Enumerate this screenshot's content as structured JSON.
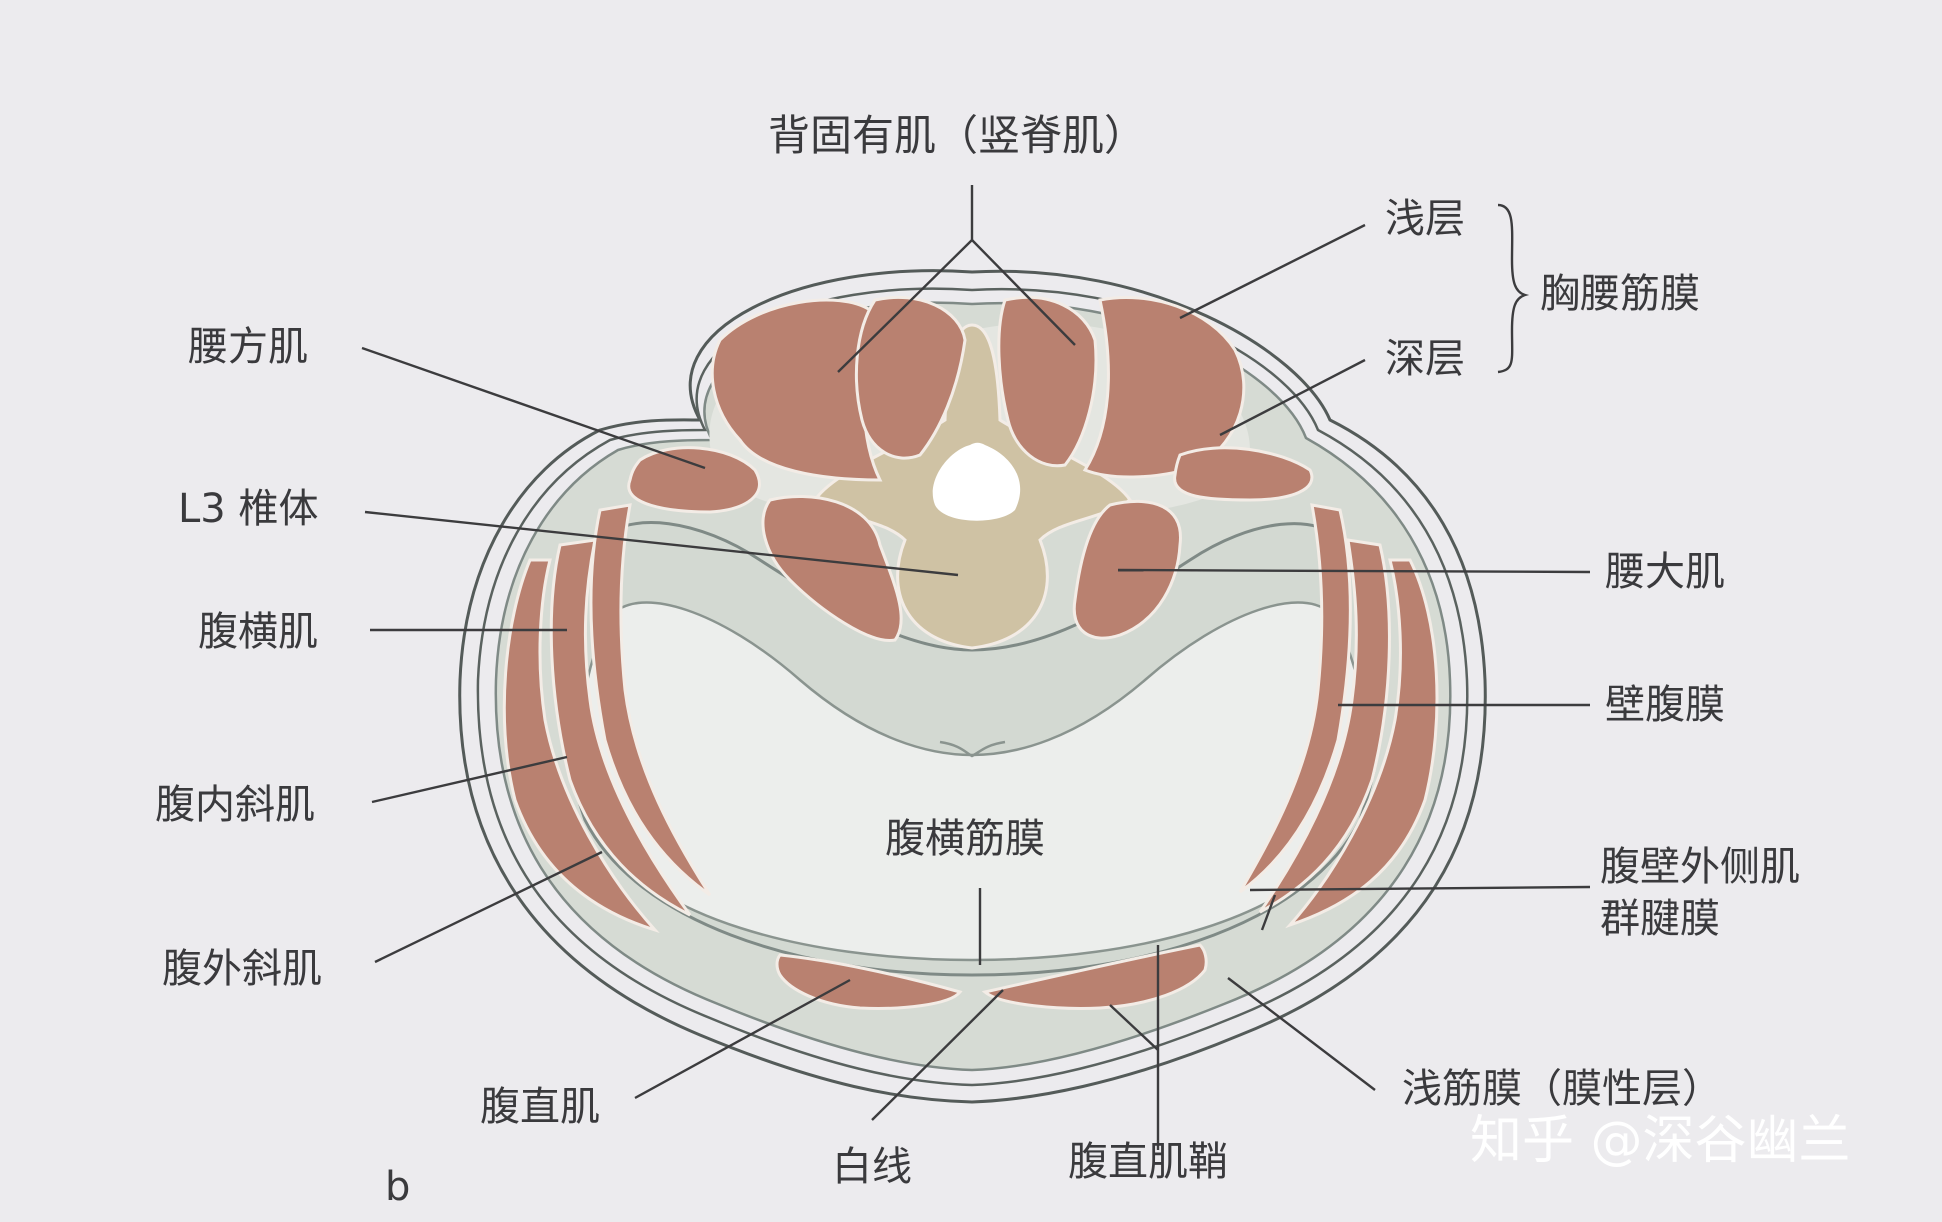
{
  "labels": {
    "erector": "背固有肌（竖脊肌）",
    "superficial_layer": "浅层",
    "deep_layer": "深层",
    "thoracolumbar_fascia": "胸腰筋膜",
    "quadratus": "腰方肌",
    "l3": "L3 椎体",
    "psoas": "腰大肌",
    "transversus": "腹横肌",
    "peritoneum": "壁腹膜",
    "internal_oblique": "腹内斜肌",
    "transversalis_fascia": "腹横筋膜",
    "lateral_aponeurosis_1": "腹壁外侧肌",
    "lateral_aponeurosis_2": "群腱膜",
    "external_oblique": "腹外斜肌",
    "superficial_fascia": "浅筋膜（膜性层）",
    "rectus": "腹直肌",
    "linea_alba": "白线",
    "rectus_sheath": "腹直肌鞘",
    "panel": "b"
  },
  "watermark": "知乎 @深谷幽兰",
  "colors": {
    "background": "#ecebee",
    "muscle": "#b98170",
    "bone": "#cfc2a4",
    "fascia": "#d7dcd5",
    "outline": "#7f8a86"
  }
}
